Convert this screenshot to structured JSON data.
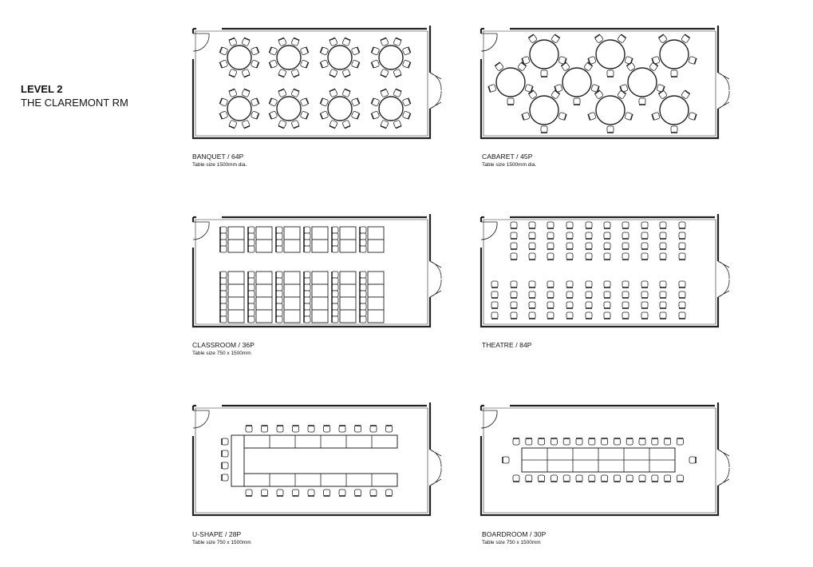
{
  "heading": {
    "level": "LEVEL 2",
    "room": "THE CLAREMONT RM"
  },
  "layouts": [
    {
      "key": "banquet",
      "title": "BANQUET / 64P",
      "subtitle": "Table size 1500mm dia."
    },
    {
      "key": "cabaret",
      "title": "CABARET / 45P",
      "subtitle": "Table size 1500mm dia."
    },
    {
      "key": "classroom",
      "title": "CLASSROOM / 36P",
      "subtitle": "Table size 750 x 1500mm"
    },
    {
      "key": "theatre",
      "title": "THEATRE / 84P",
      "subtitle": ""
    },
    {
      "key": "ushape",
      "title": "U-SHAPE / 28P",
      "subtitle": "Table size 750 x 1500mm"
    },
    {
      "key": "boardroom",
      "title": "BOARDROOM / 30P",
      "subtitle": "Table size 750 x 1500mm"
    }
  ]
}
